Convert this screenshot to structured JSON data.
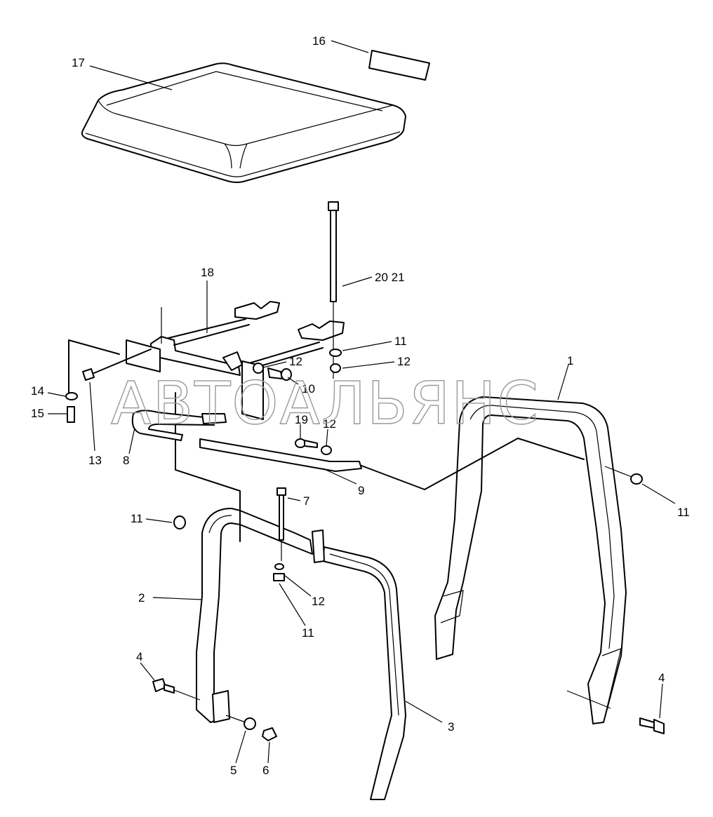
{
  "watermark": "АВТОАЛЬЯНС",
  "callouts": {
    "c1": "1",
    "c2": "2",
    "c3": "3",
    "c4a": "4",
    "c4b": "4",
    "c5": "5",
    "c6": "6",
    "c7": "7",
    "c8": "8",
    "c9": "9",
    "c10": "10",
    "c11a": "11",
    "c11b": "11",
    "c11c": "11",
    "c11d": "11",
    "c12a": "12",
    "c12b": "12",
    "c12c": "12",
    "c12d": "12",
    "c13": "13",
    "c14": "14",
    "c15": "15",
    "c16": "16",
    "c17": "17",
    "c18": "18",
    "c19": "19",
    "c2021": "20 21"
  }
}
